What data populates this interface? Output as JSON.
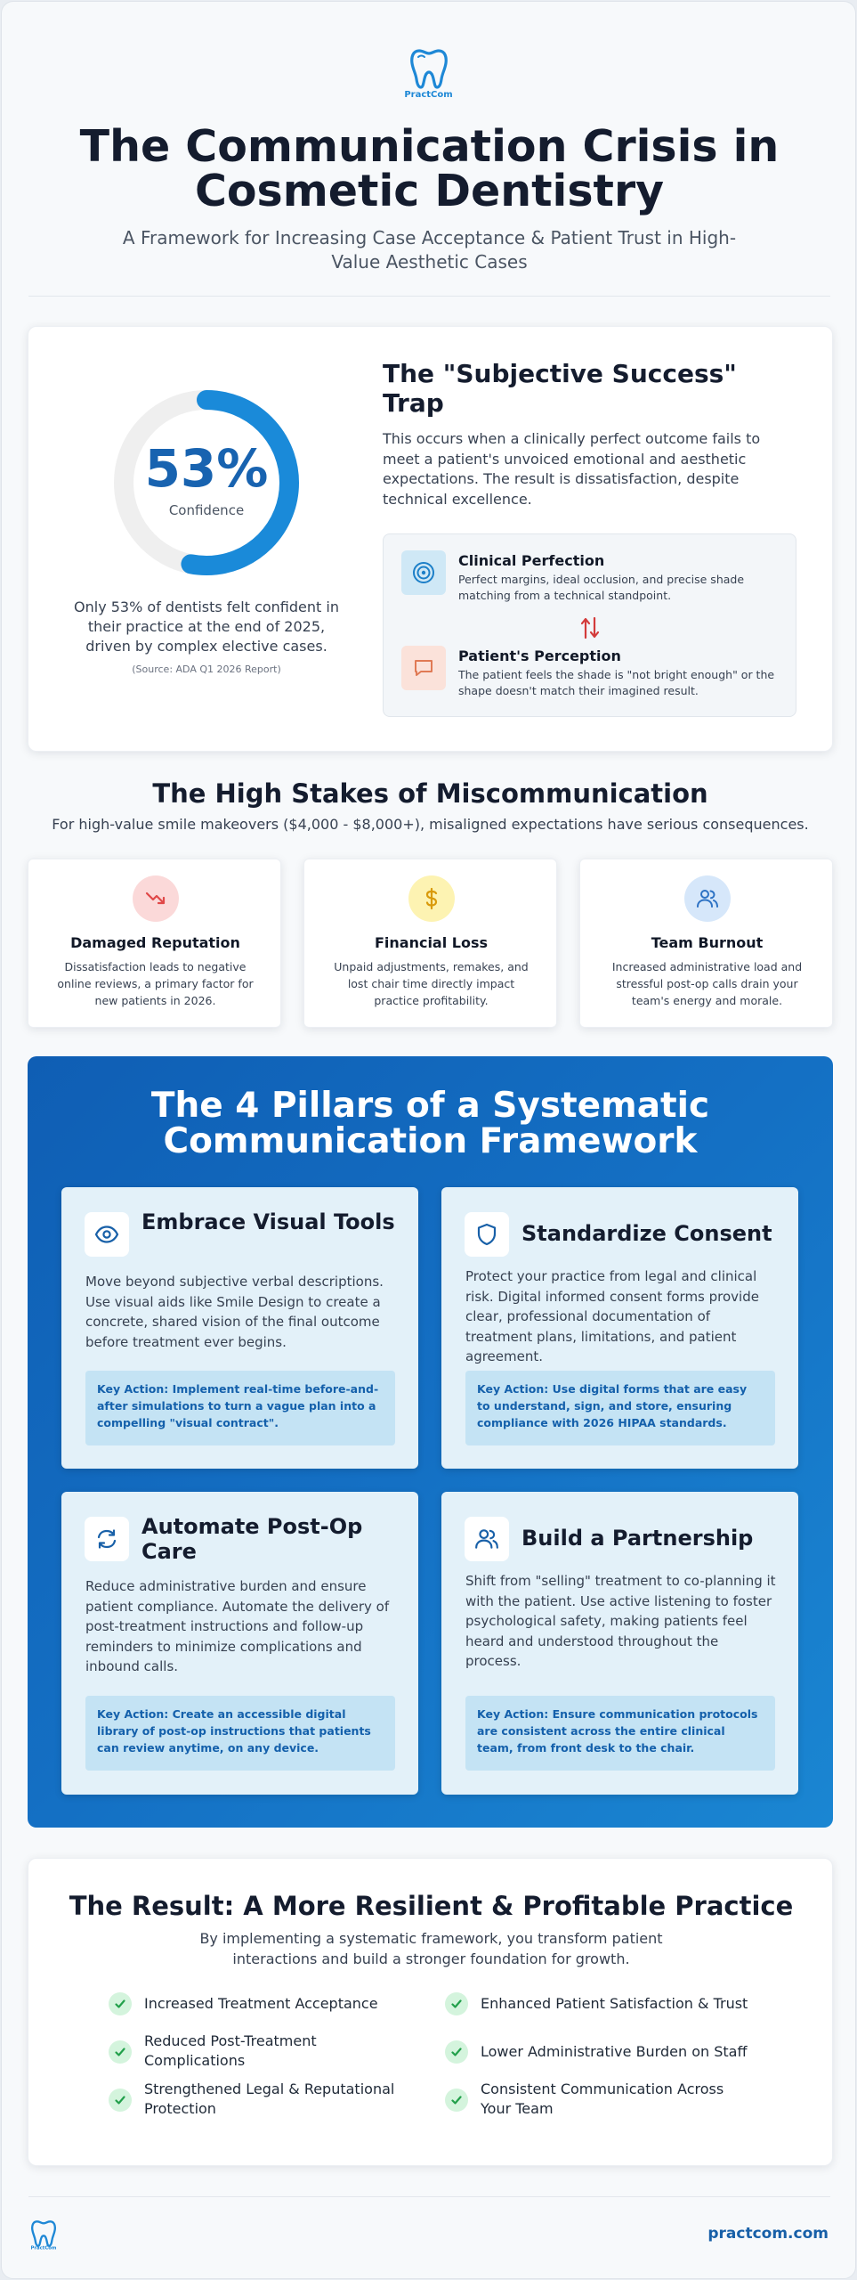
{
  "brand": {
    "name": "PractCom",
    "url": "practcom.com",
    "color": "#1e88d6"
  },
  "header": {
    "title": "The Communication Crisis in Cosmetic Dentistry",
    "subtitle": "A Framework for Increasing Case Acceptance & Patient Trust in High-Value Aesthetic Cases"
  },
  "trap": {
    "stat": {
      "percent_label": "53%",
      "value": 53,
      "label": "Confidence",
      "description": "Only 53% of dentists felt confident in their practice at the end of 2025, driven by complex elective cases.",
      "source": "(Source: ADA Q1 2026 Report)"
    },
    "title": "The \"Subjective Success\" Trap",
    "body": "This occurs when a clinically perfect outcome fails to meet a patient's unvoiced emotional and aesthetic expectations. The result is dissatisfaction, despite technical excellence.",
    "clinical": {
      "icon": "target-icon",
      "title": "Clinical Perfection",
      "body": "Perfect margins, ideal occlusion, and precise shade matching from a technical standpoint."
    },
    "perception": {
      "icon": "chat-bubble-icon",
      "title": "Patient's Perception",
      "body": "The patient feels the shade is \"not bright enough\" or the shape doesn't match their imagined result."
    }
  },
  "stakes": {
    "title": "The High Stakes of Miscommunication",
    "subtitle": "For high-value smile makeovers ($4,000 - $8,000+), misaligned expectations have serious consequences.",
    "items": [
      {
        "icon": "trending-down-icon",
        "title": "Damaged Reputation",
        "body": "Dissatisfaction leads to negative online reviews, a primary factor for new patients in 2026.",
        "color": "#e04848"
      },
      {
        "icon": "dollar-icon",
        "title": "Financial Loss",
        "body": "Unpaid adjustments, remakes, and lost chair time directly impact practice profitability.",
        "color": "#d99a0b"
      },
      {
        "icon": "users-icon",
        "title": "Team Burnout",
        "body": "Increased administrative load and stressful post-op calls drain your team's energy and morale.",
        "color": "#2d72c4"
      }
    ]
  },
  "pillars": {
    "title": "The 4 Pillars of a Systematic Communication Framework",
    "items": [
      {
        "icon": "eye-icon",
        "title": "Embrace Visual Tools",
        "body": "Move beyond subjective verbal descriptions. Use visual aids like Smile Design to create a concrete, shared vision of the final outcome before treatment ever begins.",
        "action": "Key Action: Implement real-time before-and-after simulations to turn a vague plan into a compelling \"visual contract\"."
      },
      {
        "icon": "shield-icon",
        "title": "Standardize Consent",
        "body": "Protect your practice from legal and clinical risk. Digital informed consent forms provide clear, professional documentation of treatment plans, limitations, and patient agreement.",
        "action": "Key Action: Use digital forms that are easy to understand, sign, and store, ensuring compliance with 2026 HIPAA standards."
      },
      {
        "icon": "refresh-icon",
        "title": "Automate Post-Op Care",
        "body": "Reduce administrative burden and ensure patient compliance. Automate the delivery of post-treatment instructions and follow-up reminders to minimize complications and inbound calls.",
        "action": "Key Action: Create an accessible digital library of post-op instructions that patients can review anytime, on any device."
      },
      {
        "icon": "users-icon",
        "title": "Build a Partnership",
        "body": "Shift from \"selling\" treatment to co-planning it with the patient. Use active listening to foster psychological safety, making patients feel heard and understood throughout the process.",
        "action": "Key Action: Ensure communication protocols are consistent across the entire clinical team, from front desk to the chair."
      }
    ]
  },
  "result": {
    "title": "The Result: A More Resilient & Profitable Practice",
    "subtitle": "By implementing a systematic framework, you transform patient interactions and build a stronger foundation for growth.",
    "benefits": [
      "Increased Treatment Acceptance",
      "Enhanced Patient Satisfaction & Trust",
      "Reduced Post-Treatment Complications",
      "Lower Administrative Burden on Staff",
      "Strengthened Legal & Reputational Protection",
      "Consistent Communication Across Your Team"
    ]
  }
}
